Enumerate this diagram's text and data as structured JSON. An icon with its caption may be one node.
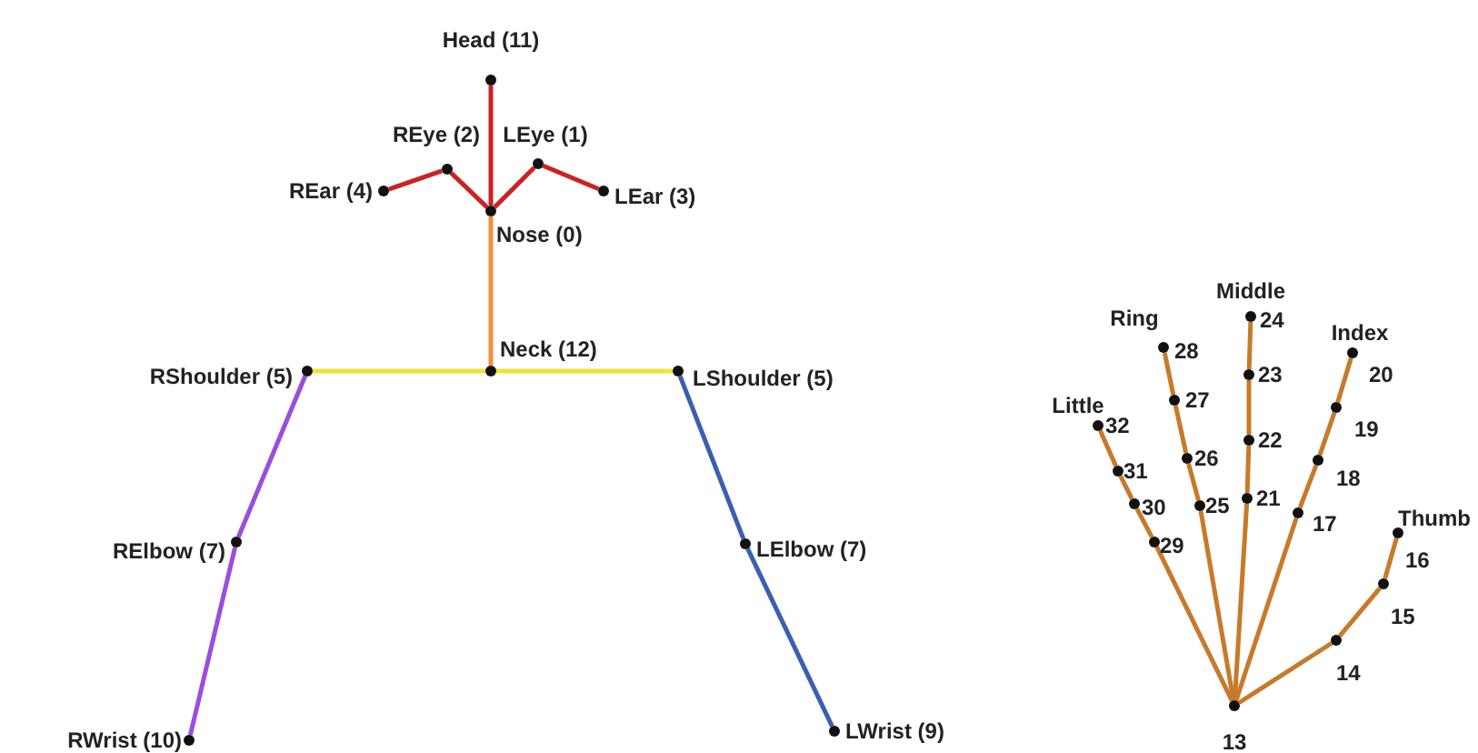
{
  "diagram": {
    "nodes": [
      {
        "text": [
          "Head (11)"
        ]
      },
      {
        "text": [
          "REye (2)"
        ]
      },
      {
        "text": [
          "LEye (1)"
        ]
      },
      {
        "text": [
          "REar (4)"
        ]
      },
      {
        "text": [
          "LEar (3)"
        ]
      },
      {
        "text": [
          "Nose (0)"
        ]
      },
      {
        "text": [
          "Neck (12)"
        ]
      },
      {
        "text": [
          "RShoulder (5)"
        ]
      },
      {
        "text": [
          "LShoulder (5)"
        ]
      },
      {
        "text": [
          "RElbow (7)"
        ]
      },
      {
        "text": [
          "LElbow (7)"
        ]
      },
      {
        "text": [
          "RWrist (10)"
        ]
      },
      {
        "text": [
          "LWrist (9)"
        ]
      },
      {
        "text": [
          "13"
        ]
      },
      {
        "text": [
          "14"
        ]
      },
      {
        "text": [
          "15"
        ]
      },
      {
        "text": [
          "16"
        ]
      },
      {
        "text": [
          "17"
        ]
      },
      {
        "text": [
          "18"
        ]
      },
      {
        "text": [
          "19"
        ]
      },
      {
        "text": [
          "20"
        ]
      },
      {
        "text": [
          "21"
        ]
      },
      {
        "text": [
          "22"
        ]
      },
      {
        "text": [
          "23"
        ]
      },
      {
        "text": [
          "24"
        ]
      },
      {
        "text": [
          "25"
        ]
      },
      {
        "text": [
          "26"
        ]
      },
      {
        "text": [
          "27"
        ]
      },
      {
        "text": [
          "28"
        ]
      },
      {
        "text": [
          "29"
        ]
      },
      {
        "text": [
          "30"
        ]
      },
      {
        "text": [
          "31"
        ]
      },
      {
        "text": [
          "32"
        ]
      }
    ],
    "edges": [
      {
        "from": 0,
        "to": 5,
        "arrow": "none",
        "color": "#cc2222"
      },
      {
        "from": 5,
        "to": 1,
        "arrow": "none",
        "color": "#cc2222"
      },
      {
        "from": 1,
        "to": 3,
        "arrow": "none",
        "color": "#cc2222"
      },
      {
        "from": 5,
        "to": 2,
        "arrow": "none",
        "color": "#cc2222"
      },
      {
        "from": 2,
        "to": 4,
        "arrow": "none",
        "color": "#cc2222"
      },
      {
        "from": 5,
        "to": 6,
        "arrow": "none",
        "color": "#f0913a"
      },
      {
        "from": 6,
        "to": 7,
        "arrow": "none",
        "color": "#f2e33a"
      },
      {
        "from": 6,
        "to": 8,
        "arrow": "none",
        "color": "#f2e33a"
      },
      {
        "from": 7,
        "to": 9,
        "arrow": "none",
        "color": "#9b4de0"
      },
      {
        "from": 9,
        "to": 11,
        "arrow": "none",
        "color": "#9b4de0"
      },
      {
        "from": 8,
        "to": 10,
        "arrow": "none",
        "color": "#3b5fb0"
      },
      {
        "from": 10,
        "to": 12,
        "arrow": "none",
        "color": "#3b5fb0"
      },
      {
        "from": 13,
        "to": 14,
        "arrow": "none"
      },
      {
        "from": 14,
        "to": 15,
        "arrow": "none"
      },
      {
        "from": 15,
        "to": 16,
        "arrow": "none"
      },
      {
        "from": 13,
        "to": 17,
        "arrow": "none"
      },
      {
        "from": 17,
        "to": 18,
        "arrow": "none"
      },
      {
        "from": 18,
        "to": 19,
        "arrow": "none"
      },
      {
        "from": 19,
        "to": 20,
        "arrow": "none"
      },
      {
        "from": 13,
        "to": 21,
        "arrow": "none"
      },
      {
        "from": 21,
        "to": 22,
        "arrow": "none"
      },
      {
        "from": 22,
        "to": 23,
        "arrow": "none"
      },
      {
        "from": 23,
        "to": 24,
        "arrow": "none"
      },
      {
        "from": 13,
        "to": 25,
        "arrow": "none"
      },
      {
        "from": 25,
        "to": 26,
        "arrow": "none"
      },
      {
        "from": 26,
        "to": 27,
        "arrow": "none"
      },
      {
        "from": 27,
        "to": 28,
        "arrow": "none"
      },
      {
        "from": 13,
        "to": 29,
        "arrow": "none"
      },
      {
        "from": 29,
        "to": 30,
        "arrow": "none"
      },
      {
        "from": 30,
        "to": 31,
        "arrow": "none"
      },
      {
        "from": 31,
        "to": 32,
        "arrow": "none"
      }
    ],
    "labels": [
      "Middle",
      "Ring",
      "Index",
      "Little",
      "Thumb"
    ]
  }
}
